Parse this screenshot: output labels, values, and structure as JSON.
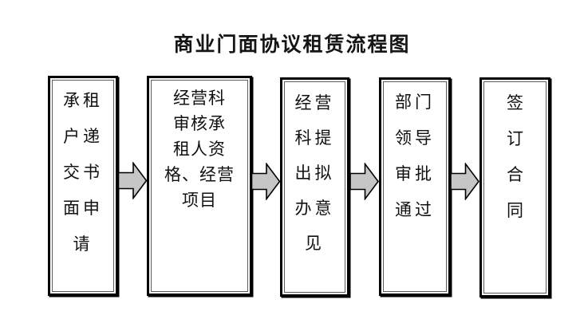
{
  "title": "商业门面协议租赁流程图",
  "flowchart": {
    "steps": [
      {
        "label": "承租户递交书面申请",
        "display": "承租\n户递\n交书\n面申\n请"
      },
      {
        "label": "经营科审核承租人资格、经营项目",
        "display": "经营科\n审核承\n租人资\n格、经营\n项目"
      },
      {
        "label": "经营科提出拟办意见",
        "display": "经营\n科提\n出拟\n办意\n见"
      },
      {
        "label": "部门领导审批通过",
        "display": "部门\n领导\n审批\n通过"
      },
      {
        "label": "签订合同",
        "display": "签\n订\n合\n同"
      }
    ],
    "arrow": {
      "name": "block-arrow-right",
      "fill": "#c6c6c6",
      "stroke": "#000000"
    }
  },
  "colors": {
    "background": "#ffffff",
    "box_border": "#000000",
    "box_inner_border": "#595959",
    "text": "#111111"
  }
}
